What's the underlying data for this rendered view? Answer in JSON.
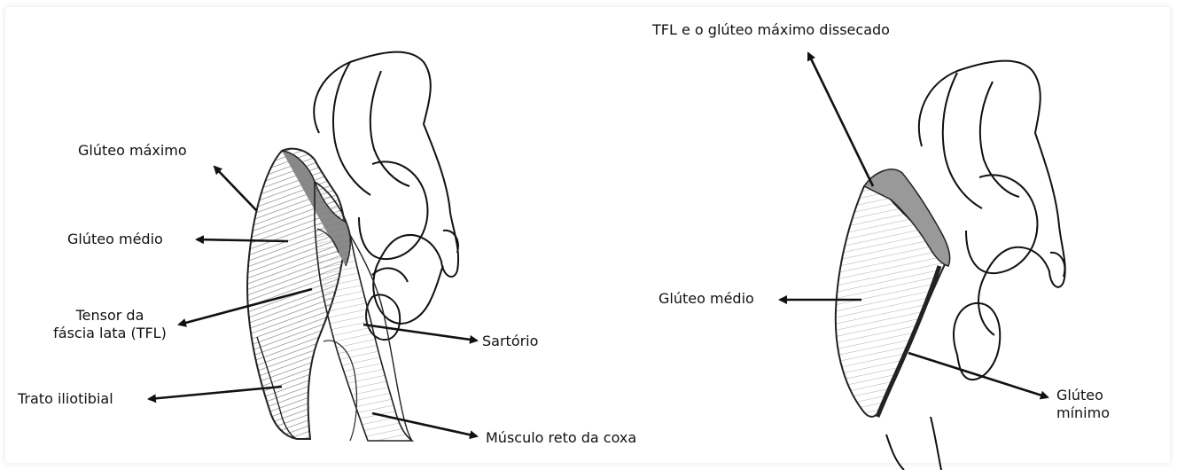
{
  "left_figure": {
    "labels": {
      "gluteo_maximo": "Glúteo máximo",
      "gluteo_medio": "Glúteo médio",
      "tfl_line1": "Tensor da",
      "tfl_line2": "fáscia lata (TFL)",
      "trato_iliotibial": "Trato iliotibial",
      "sartorio": "Sartório",
      "reto_coxa": "Músculo reto da coxa"
    }
  },
  "right_figure": {
    "labels": {
      "tfl_dissecado": "TFL e o glúteo máximo dissecado",
      "gluteo_medio": "Glúteo médio",
      "gluteo_minimo_line1": "Glúteo",
      "gluteo_minimo_line2": "mínimo"
    }
  },
  "colors": {
    "ink": "#111111",
    "muscle_shade": "#555555",
    "background": "#ffffff"
  }
}
